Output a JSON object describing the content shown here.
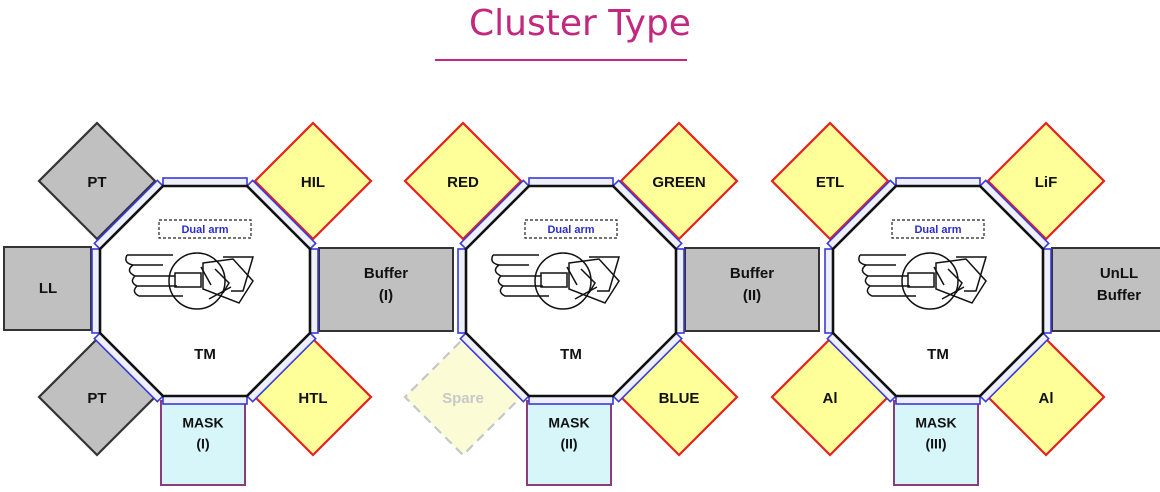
{
  "title": "Cluster Type",
  "colors": {
    "title": "#c2287e",
    "blue_outline": "#3a3ad6",
    "gray_fill": "#c0c0c0",
    "yellow_fill": "#ffff99",
    "red_outline": "#e8201c",
    "cyan_fill": "#d6f6fa",
    "purple_outline": "#8b3c7d",
    "spare_fill": "#fbfbd6",
    "spare_text": "#c8c8c8"
  },
  "clusters": [
    {
      "id": "cluster-1",
      "tm_label": "TM",
      "dual_arm_label": "Dual arm",
      "left_module": {
        "lines": [
          "LL"
        ]
      },
      "right_module": {
        "lines": [
          "Buffer",
          "(I)"
        ]
      },
      "top_left": {
        "label": "PT",
        "style": "gray"
      },
      "top_right": {
        "label": "HIL",
        "style": "yellow"
      },
      "bottom_left": {
        "label": "PT",
        "style": "gray"
      },
      "bottom_right": {
        "label": "HTL",
        "style": "yellow"
      },
      "bottom_module": {
        "lines": [
          "MASK",
          "(I)"
        ]
      }
    },
    {
      "id": "cluster-2",
      "tm_label": "TM",
      "dual_arm_label": "Dual arm",
      "left_module": null,
      "right_module": {
        "lines": [
          "Buffer",
          "(II)"
        ]
      },
      "top_left": {
        "label": "RED",
        "style": "yellow"
      },
      "top_right": {
        "label": "GREEN",
        "style": "yellow"
      },
      "bottom_left": {
        "label": "Spare",
        "style": "spare"
      },
      "bottom_right": {
        "label": "BLUE",
        "style": "yellow"
      },
      "bottom_module": {
        "lines": [
          "MASK",
          "(II)"
        ]
      }
    },
    {
      "id": "cluster-3",
      "tm_label": "TM",
      "dual_arm_label": "Dual arm",
      "left_module": null,
      "right_module": {
        "lines": [
          "UnLL",
          "Buffer"
        ]
      },
      "top_left": {
        "label": "ETL",
        "style": "yellow"
      },
      "top_right": {
        "label": "LiF",
        "style": "yellow"
      },
      "bottom_left": {
        "label": "Al",
        "style": "yellow"
      },
      "bottom_right": {
        "label": "Al",
        "style": "yellow"
      },
      "bottom_module": {
        "lines": [
          "MASK",
          "(III)"
        ]
      }
    }
  ]
}
